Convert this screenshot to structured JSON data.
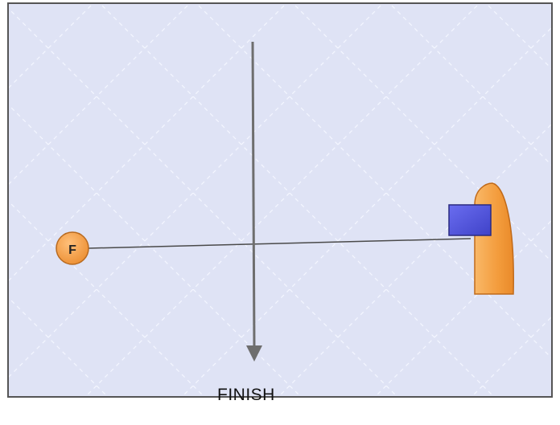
{
  "diagram": {
    "finish_text": "FINISH",
    "pin_end_label": "F"
  },
  "colors": {
    "background": "#dfe3f5",
    "border": "#555555",
    "grid": "#f4f6ff",
    "finish_line": "#4a4a4a",
    "arrow": "#6e6e6e",
    "pin_end_buoy_fill": "#f0a050",
    "pin_end_buoy_stroke": "#b86a20",
    "committee_boat_fill": "#f6a248",
    "committee_boat_stroke": "#c06a1a",
    "flag_fill": "#5b5ee0",
    "flag_stroke": "#2a2a80"
  },
  "icons": {
    "pin_end": "orange-circle-buoy",
    "committee_boat": "orange-boat-hull",
    "flag": "blue-rectangle-flag",
    "direction": "down-arrow"
  }
}
